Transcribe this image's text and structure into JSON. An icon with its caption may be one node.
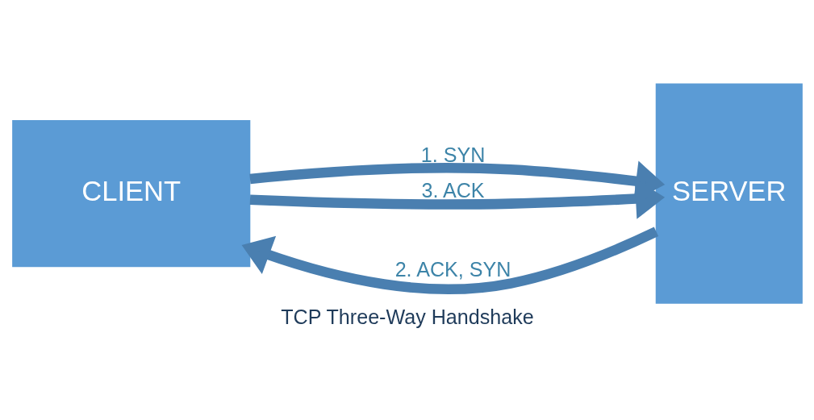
{
  "diagram": {
    "caption": "TCP Three-Way Handshake",
    "nodes": [
      {
        "text": [
          "CLIENT"
        ]
      },
      {
        "text": [
          "SERVER"
        ]
      }
    ],
    "edges": [
      {
        "from": 0,
        "to": 1,
        "arrow": "to",
        "label": "1. SYN"
      },
      {
        "from": 1,
        "to": 0,
        "arrow": "to",
        "label": "2. ACK, SYN"
      },
      {
        "from": 0,
        "to": 1,
        "arrow": "to",
        "label": "3. ACK"
      }
    ]
  }
}
